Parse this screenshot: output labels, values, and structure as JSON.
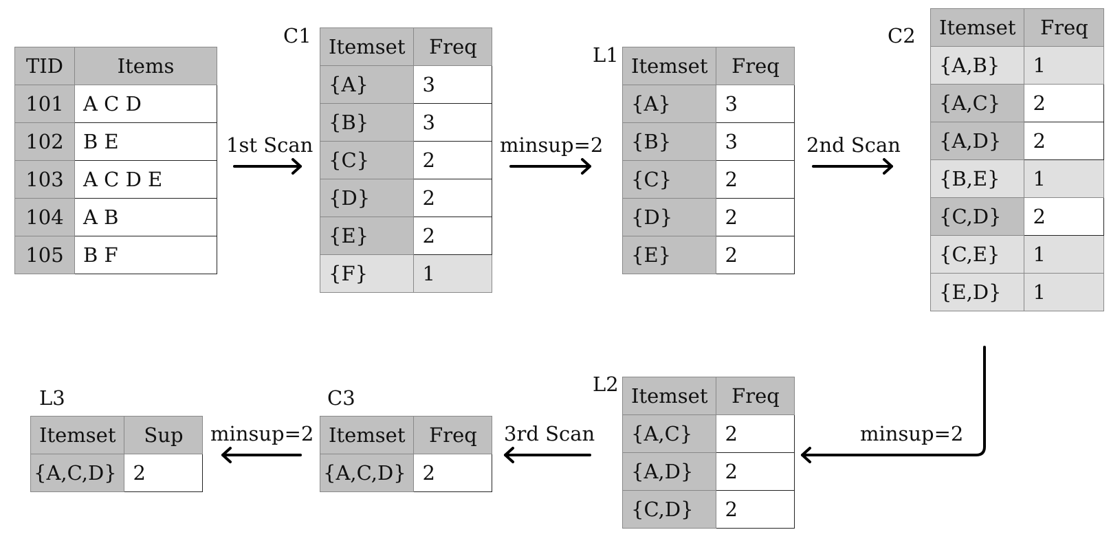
{
  "transactions": {
    "headers": [
      "TID",
      "Items"
    ],
    "rows": [
      {
        "tid": "101",
        "items": "A C D"
      },
      {
        "tid": "102",
        "items": "B E"
      },
      {
        "tid": "103",
        "items": "A C D E"
      },
      {
        "tid": "104",
        "items": "A B"
      },
      {
        "tid": "105",
        "items": "B F"
      }
    ]
  },
  "c1": {
    "label": "C1",
    "headers": [
      "Itemset",
      "Freq"
    ],
    "rows": [
      {
        "itemset": "{A}",
        "freq": "3"
      },
      {
        "itemset": "{B}",
        "freq": "3"
      },
      {
        "itemset": "{C}",
        "freq": "2"
      },
      {
        "itemset": "{D}",
        "freq": "2"
      },
      {
        "itemset": "{E}",
        "freq": "2"
      },
      {
        "itemset": "{F}",
        "freq": "1"
      }
    ]
  },
  "l1": {
    "label": "L1",
    "headers": [
      "Itemset",
      "Freq"
    ],
    "rows": [
      {
        "itemset": "{A}",
        "freq": "3"
      },
      {
        "itemset": "{B}",
        "freq": "3"
      },
      {
        "itemset": "{C}",
        "freq": "2"
      },
      {
        "itemset": "{D}",
        "freq": "2"
      },
      {
        "itemset": "{E}",
        "freq": "2"
      }
    ]
  },
  "c2": {
    "label": "C2",
    "headers": [
      "Itemset",
      "Freq"
    ],
    "rows": [
      {
        "itemset": "{A,B}",
        "freq": "1"
      },
      {
        "itemset": "{A,C}",
        "freq": "2"
      },
      {
        "itemset": "{A,D}",
        "freq": "2"
      },
      {
        "itemset": "{B,E}",
        "freq": "1"
      },
      {
        "itemset": "{C,D}",
        "freq": "2"
      },
      {
        "itemset": "{C,E}",
        "freq": "1"
      },
      {
        "itemset": "{E,D}",
        "freq": "1"
      }
    ]
  },
  "l2": {
    "label": "L2",
    "headers": [
      "Itemset",
      "Freq"
    ],
    "rows": [
      {
        "itemset": "{A,C}",
        "freq": "2"
      },
      {
        "itemset": "{A,D}",
        "freq": "2"
      },
      {
        "itemset": "{C,D}",
        "freq": "2"
      }
    ]
  },
  "c3": {
    "label": "C3",
    "headers": [
      "Itemset",
      "Freq"
    ],
    "rows": [
      {
        "itemset": "{A,C,D}",
        "freq": "2"
      }
    ]
  },
  "l3": {
    "label": "L3",
    "headers": [
      "Itemset",
      "Sup"
    ],
    "rows": [
      {
        "itemset": "{A,C,D}",
        "sup": "2"
      }
    ]
  },
  "arrows": {
    "scan1": "1st Scan",
    "prune1": "minsup=2",
    "scan2": "2nd Scan",
    "prune2": "minsup=2",
    "scan3": "3rd Scan",
    "prune3": "minsup=2"
  },
  "colors": {
    "header_fill": "#c0c0c0",
    "infrequent_fill": "#e0e0e0",
    "value_fill": "#ffffff"
  }
}
